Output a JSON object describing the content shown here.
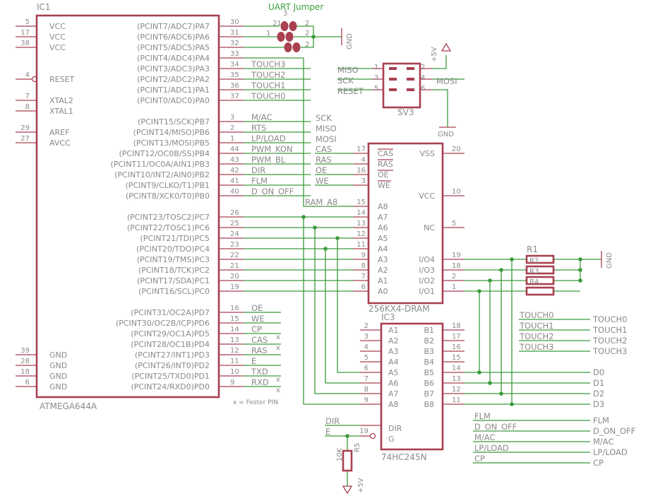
{
  "title": "UART Jumper",
  "ic1": {
    "name": "IC1",
    "part": "ATMEGA644A",
    "left_pins": [
      {
        "num": "5",
        "name": "VCC"
      },
      {
        "num": "17",
        "name": "VCC"
      },
      {
        "num": "38",
        "name": "VCC"
      },
      {
        "num": "4",
        "name": "RESET"
      },
      {
        "num": "7",
        "name": "XTAL2"
      },
      {
        "num": "8",
        "name": "XTAL1"
      },
      {
        "num": "29",
        "name": "AREF"
      },
      {
        "num": "27",
        "name": "AVCC"
      },
      {
        "num": "39",
        "name": "GND"
      },
      {
        "num": "28",
        "name": "GND"
      },
      {
        "num": "18",
        "name": "GND"
      },
      {
        "num": "6",
        "name": "GND"
      }
    ],
    "right_pins": [
      {
        "name": "(PCINT7/ADC7)PA7",
        "num": "30",
        "net": ""
      },
      {
        "name": "(PCINT6/ADC6)PA6",
        "num": "31",
        "net": ""
      },
      {
        "name": "(PCINT5/ADC5)PA5",
        "num": "32",
        "net": ""
      },
      {
        "name": "(PCINT4/ADC4)PA4",
        "num": "33",
        "net": ""
      },
      {
        "name": "(PCINT3/ADC3)PA3",
        "num": "34",
        "net": "TOUCH3"
      },
      {
        "name": "(PCINT2/ADC2)PA2",
        "num": "35",
        "net": "TOUCH2"
      },
      {
        "name": "(PCINT1/ADC1)PA1",
        "num": "36",
        "net": "TOUCH1"
      },
      {
        "name": "(PCINT0/ADC0)PA0",
        "num": "37",
        "net": "TOUCH0"
      },
      {
        "name": "(PCINT15/SCK)PB7",
        "num": "3",
        "net": "M/AC"
      },
      {
        "name": "(PCINT14/MISO)PB6",
        "num": "2",
        "net": "RTS"
      },
      {
        "name": "(PCINT13/MOSI)PB5",
        "num": "1",
        "net": "LP/LOAD"
      },
      {
        "name": "(PCINT12/OC0B/SS)PB4",
        "num": "44",
        "net": "PWM_KON"
      },
      {
        "name": "(PCINT11/OC0A/AIN1)PB3",
        "num": "43",
        "net": "PWM_BL"
      },
      {
        "name": "(PCINT10/INT2/AIN0)PB2",
        "num": "42",
        "net": "DIR"
      },
      {
        "name": "(PCINT9/CLKO/T1)PB1",
        "num": "41",
        "net": "FLM"
      },
      {
        "name": "(PCINT8/XCK0/T0)PB0",
        "num": "40",
        "net": "D_ON_OFF"
      },
      {
        "name": "(PCINT23/TOSC2)PC7",
        "num": "26",
        "net": ""
      },
      {
        "name": "(PCINT22/TOSC1)PC6",
        "num": "25",
        "net": ""
      },
      {
        "name": "(PCINT21/TDI)PC5",
        "num": "24",
        "net": ""
      },
      {
        "name": "(PCINT20/TDO)PC4",
        "num": "23",
        "net": ""
      },
      {
        "name": "(PCINT19/TMS)PC3",
        "num": "22",
        "net": ""
      },
      {
        "name": "(PCINT18/TCK)PC2",
        "num": "21",
        "net": ""
      },
      {
        "name": "(PCINT17/SDA)PC1",
        "num": "20",
        "net": ""
      },
      {
        "name": "(PCINT16/SCL)PC0",
        "num": "19",
        "net": ""
      },
      {
        "name": "(PCINT31/OC2A)PD7",
        "num": "16",
        "net": "OE"
      },
      {
        "name": "(PCINT30/OC2B/ICP)PD6",
        "num": "15",
        "net": "WE"
      },
      {
        "name": "(PCINT29/OC1A)PD5",
        "num": "14",
        "net": "CP"
      },
      {
        "name": "(PCINT28/OC1B)PD4",
        "num": "13",
        "net": "CAS"
      },
      {
        "name": "(PCINT27/INT1)PD3",
        "num": "12",
        "net": "RAS"
      },
      {
        "name": "(PCINT26/INT0)PD2",
        "num": "11",
        "net": "E"
      },
      {
        "name": "(PCINT25/TXD0)PD1",
        "num": "10",
        "net": "TXD"
      },
      {
        "name": "(PCINT24/RXD0)PD0",
        "num": "9",
        "net": "RXD"
      }
    ],
    "note": "x = Fester PIN"
  },
  "jumper": {
    "left_nums": [
      "21",
      "1"
    ],
    "top_num": "3",
    "right_nums": [
      "2",
      "2",
      "2"
    ]
  },
  "gnd_label": "GND",
  "vcc_label": "+5V",
  "sv3": {
    "name": "SV3",
    "left": [
      {
        "net": "MISO",
        "num": "1"
      },
      {
        "net": "SCK",
        "num": "3"
      },
      {
        "net": "RESET",
        "num": "5"
      }
    ],
    "right": [
      {
        "num": "2",
        "net": ""
      },
      {
        "num": "4",
        "net": "MOSI"
      },
      {
        "num": "6",
        "net": ""
      }
    ]
  },
  "floating_labels": [
    "SCK",
    "MISO",
    "MOSI"
  ],
  "dram": {
    "name": "256KX4-DRAM",
    "left": [
      {
        "net": "CAS",
        "num": "17",
        "pin": "CAS"
      },
      {
        "net": "RAS",
        "num": "4",
        "pin": "RAS"
      },
      {
        "net": "OE",
        "num": "16",
        "pin": "OE"
      },
      {
        "net": "WE",
        "num": "3",
        "pin": "WE"
      },
      {
        "net": "RAM_A8",
        "num": "15",
        "pin": "A8"
      },
      {
        "net": "",
        "num": "14",
        "pin": "A7"
      },
      {
        "net": "",
        "num": "13",
        "pin": "A6"
      },
      {
        "net": "",
        "num": "12",
        "pin": "A5"
      },
      {
        "net": "",
        "num": "11",
        "pin": "A4"
      },
      {
        "net": "",
        "num": "9",
        "pin": "A3"
      },
      {
        "net": "",
        "num": "8",
        "pin": "A2"
      },
      {
        "net": "",
        "num": "7",
        "pin": "A1"
      },
      {
        "net": "",
        "num": "6",
        "pin": "A0"
      }
    ],
    "right": [
      {
        "pin": "VSS",
        "num": "20"
      },
      {
        "pin": "VCC",
        "num": "10"
      },
      {
        "pin": "NC",
        "num": "5"
      },
      {
        "pin": "I/O4",
        "num": "19"
      },
      {
        "pin": "I/O3",
        "num": "18"
      },
      {
        "pin": "I/O2",
        "num": "2"
      },
      {
        "pin": "I/O1",
        "num": "1"
      }
    ]
  },
  "r1": {
    "name": "R1",
    "labels": [
      "R2",
      "R3",
      "R4"
    ]
  },
  "ic3": {
    "name": "IC3",
    "part": "74HC245N",
    "a_pins": [
      {
        "num": "2",
        "pin": "A1"
      },
      {
        "num": "3",
        "pin": "A2"
      },
      {
        "num": "4",
        "pin": "A3"
      },
      {
        "num": "5",
        "pin": "A4"
      },
      {
        "num": "6",
        "pin": "A5"
      },
      {
        "num": "7",
        "pin": "A6"
      },
      {
        "num": "8",
        "pin": "A7"
      },
      {
        "num": "9",
        "pin": "A8"
      }
    ],
    "b_pins": [
      {
        "pin": "B1",
        "num": "18"
      },
      {
        "pin": "B2",
        "num": "17"
      },
      {
        "pin": "B3",
        "num": "16"
      },
      {
        "pin": "B4",
        "num": "15"
      },
      {
        "pin": "B5",
        "num": "14"
      },
      {
        "pin": "B6",
        "num": "13"
      },
      {
        "pin": "B7",
        "num": "12"
      },
      {
        "pin": "B8",
        "num": "11"
      }
    ],
    "dir_pin": "DIR",
    "g_pin": "G",
    "g_num": "19",
    "nets": [
      "DIR",
      "E"
    ]
  },
  "r5": {
    "name": "R5",
    "value": "10K"
  },
  "touch_nets": [
    "TOUCH0",
    "TOUCH1",
    "TOUCH2",
    "TOUCH3"
  ],
  "d_nets": [
    "D0",
    "D1",
    "D2",
    "D3"
  ],
  "ctrl_nets": [
    "FLM",
    "D_ON_OFF",
    "M/AC",
    "LP/LOAD",
    "CP"
  ]
}
